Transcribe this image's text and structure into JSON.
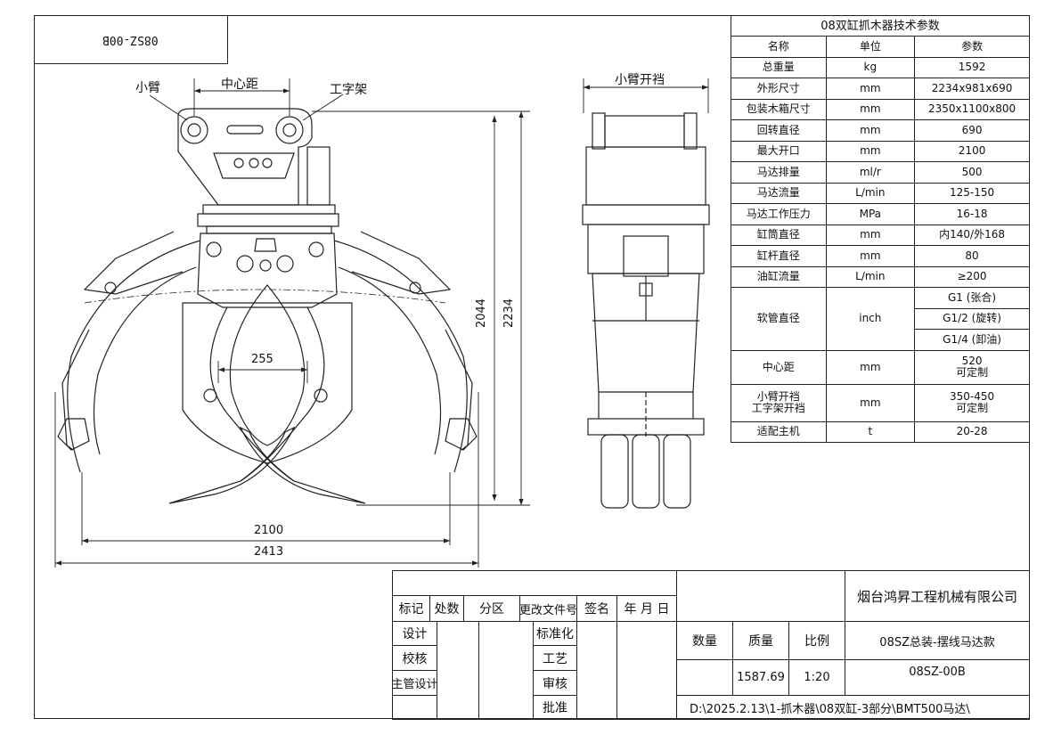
{
  "drawing_code_mirrored": "08SZ-00B",
  "front_view": {
    "label_small_arm": "小臂",
    "label_center_distance": "中心距",
    "label_i_frame": "工字架",
    "dim_inner_gap": "255",
    "dim_height_1": "2044",
    "dim_height_2": "2234",
    "dim_opening": "2100",
    "dim_total_width": "2413"
  },
  "side_view": {
    "label_arm_gap": "小臂开裆"
  },
  "spec_table": {
    "title": "08双缸抓木器技术参数",
    "headers": [
      "名称",
      "单位",
      "参数"
    ],
    "rows": [
      [
        "总重量",
        "kg",
        "1592"
      ],
      [
        "外形尺寸",
        "mm",
        "2234x981x690"
      ],
      [
        "包装木箱尺寸",
        "mm",
        "2350x1100x800"
      ],
      [
        "回转直径",
        "mm",
        "690"
      ],
      [
        "最大开口",
        "mm",
        "2100"
      ],
      [
        "马达排量",
        "ml/r",
        "500"
      ],
      [
        "马达流量",
        "L/min",
        "125-150"
      ],
      [
        "马达工作压力",
        "MPa",
        "16-18"
      ],
      [
        "缸筒直径",
        "mm",
        "内140/外168"
      ],
      [
        "缸杆直径",
        "mm",
        "80"
      ],
      [
        "油缸流量",
        "L/min",
        "≥200"
      ]
    ],
    "hose": {
      "name": "软管直径",
      "unit": "inch",
      "values": [
        "G1 (张合)",
        "G1/2 (旋转)",
        "G1/4 (卸油)"
      ]
    },
    "center": {
      "name": "中心距",
      "unit": "mm",
      "value": "520",
      "note": "可定制"
    },
    "gap": {
      "name1": "小臂开裆",
      "name2": "工字架开裆",
      "unit": "mm",
      "value": "350-450",
      "note": "可定制"
    },
    "host": {
      "name": "适配主机",
      "unit": "t",
      "value": "20-28"
    }
  },
  "title_block": {
    "company": "烟台鸿昇工程机械有限公司",
    "rev_headers": [
      "标记",
      "处数",
      "分区",
      "更改文件号",
      "签名",
      "年 月 日"
    ],
    "roles_left": [
      "设计",
      "校核",
      "主管设计"
    ],
    "roles_mid": [
      "标准化",
      "工艺",
      "审核",
      "批准"
    ],
    "qty_label": "数量",
    "mass_label": "质量",
    "scale_label": "比例",
    "qty_value": "",
    "mass_value": "1587.69",
    "scale_value": "1:20",
    "drawing_name": "08SZ总装-摆线马达款",
    "drawing_number": "08SZ-00B",
    "file_path": "D:\\2025.2.13\\1-抓木器\\08双缸-3部分\\BMT500马达\\"
  }
}
